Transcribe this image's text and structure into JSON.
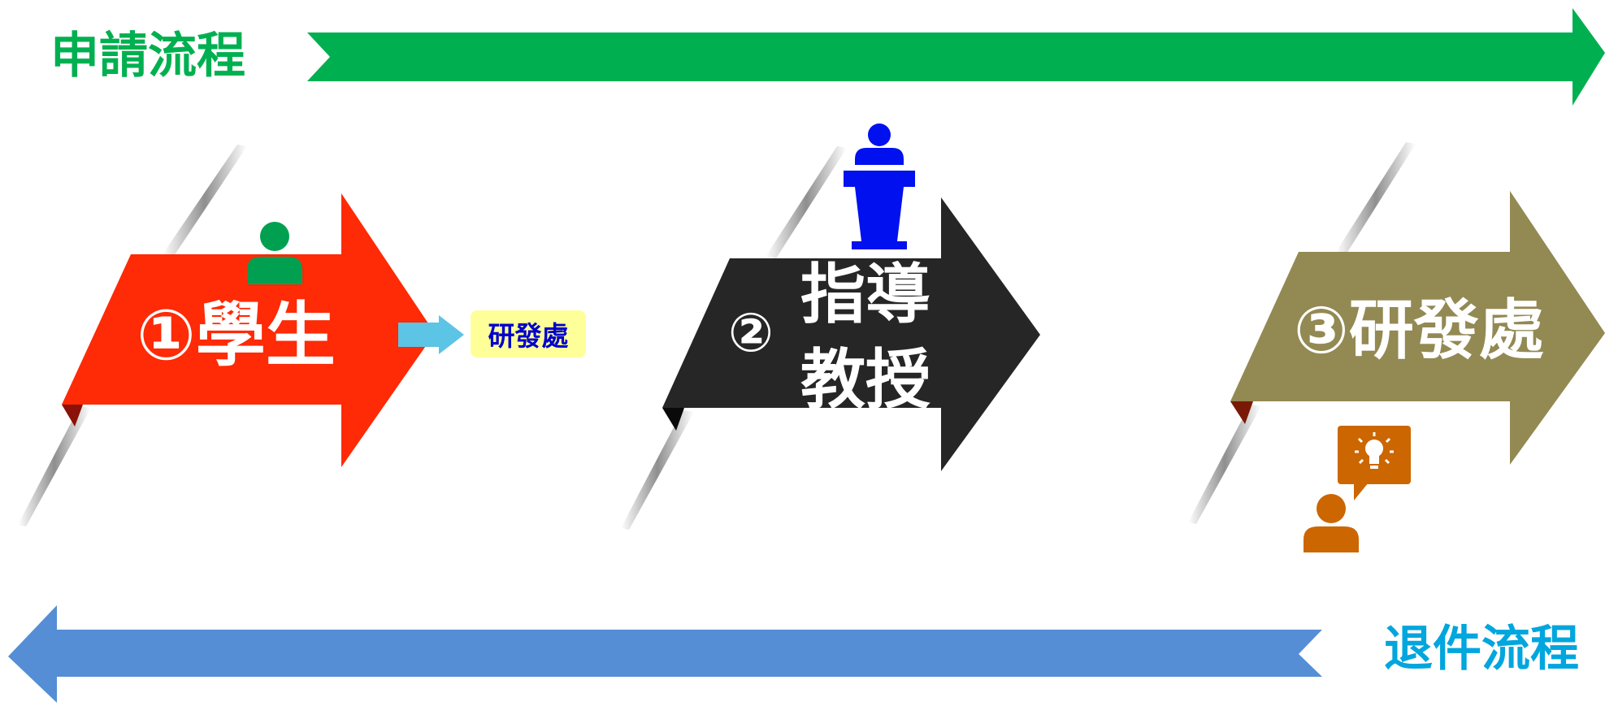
{
  "flow_labels": {
    "apply": "申請流程",
    "return": "退件流程"
  },
  "steps": [
    {
      "text": "①學生"
    },
    {
      "number": "②",
      "line1": "指導",
      "line2": "教授"
    },
    {
      "text": "③研發處"
    }
  ],
  "side_note": {
    "text": "研發處"
  },
  "colors": {
    "apply_arrow": "#00b050",
    "return_arrow": "#558ed5",
    "apply_label": "#00b050",
    "return_label": "#00a6dd",
    "step1": "#ff2a06",
    "step2": "#262626",
    "step3": "#938953",
    "side_arrow": "#5cc4e4",
    "student_icon": "#00a050",
    "professor_icon": "#0010ee",
    "office_icon": "#cc6600"
  }
}
